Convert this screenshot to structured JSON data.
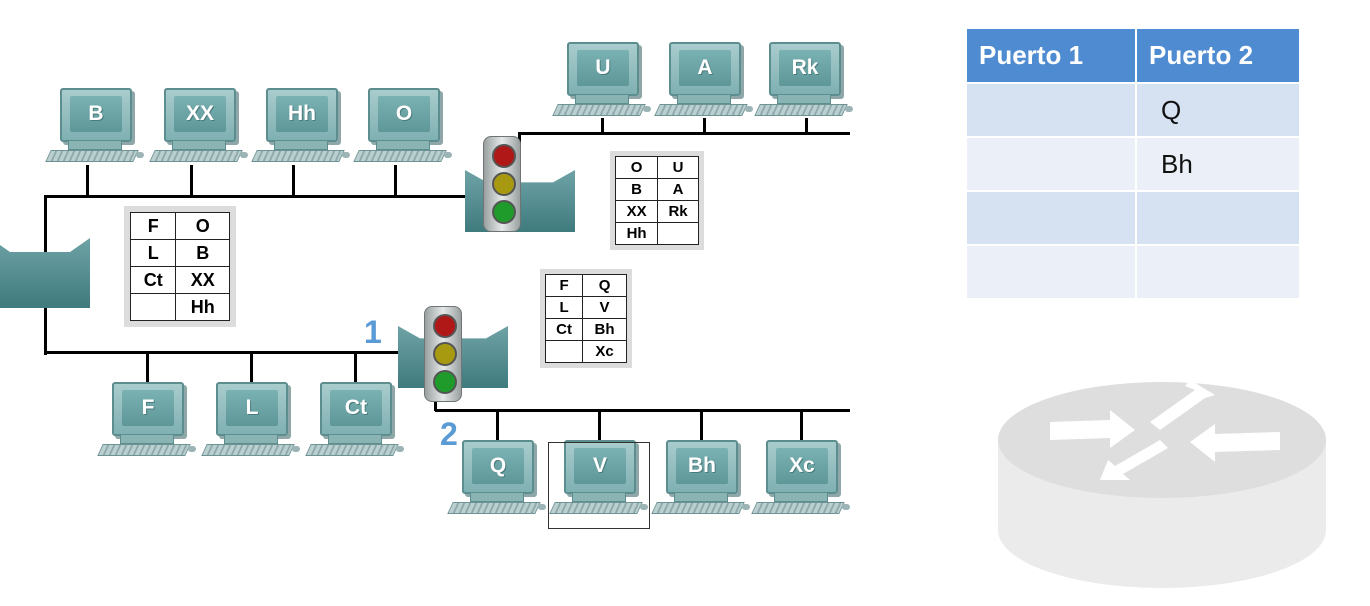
{
  "top_row_pcs": [
    "B",
    "XX",
    "Hh",
    "O"
  ],
  "top_right_pcs": [
    "U",
    "A",
    "Rk"
  ],
  "bottom_left_pcs": [
    "F",
    "L",
    "Ct"
  ],
  "bottom_right_pcs": [
    "Q",
    "V",
    "Bh",
    "Xc"
  ],
  "port_labels": {
    "port1": "1",
    "port2": "2"
  },
  "table_left": [
    [
      "F",
      "O"
    ],
    [
      "L",
      "B"
    ],
    [
      "Ct",
      "XX"
    ],
    [
      "",
      "Hh"
    ]
  ],
  "table_top": [
    [
      "O",
      "U"
    ],
    [
      "B",
      "A"
    ],
    [
      "XX",
      "Rk"
    ],
    [
      "Hh",
      ""
    ]
  ],
  "table_mid": [
    [
      "F",
      "Q"
    ],
    [
      "L",
      "V"
    ],
    [
      "Ct",
      "Bh"
    ],
    [
      "",
      "Xc"
    ]
  ],
  "port_table": {
    "headers": [
      "Puerto 1",
      "Puerto 2"
    ],
    "rows": [
      [
        "",
        "Q"
      ],
      [
        "",
        "Bh"
      ],
      [
        "",
        ""
      ],
      [
        "",
        ""
      ]
    ]
  },
  "router_icon": "router-icon"
}
